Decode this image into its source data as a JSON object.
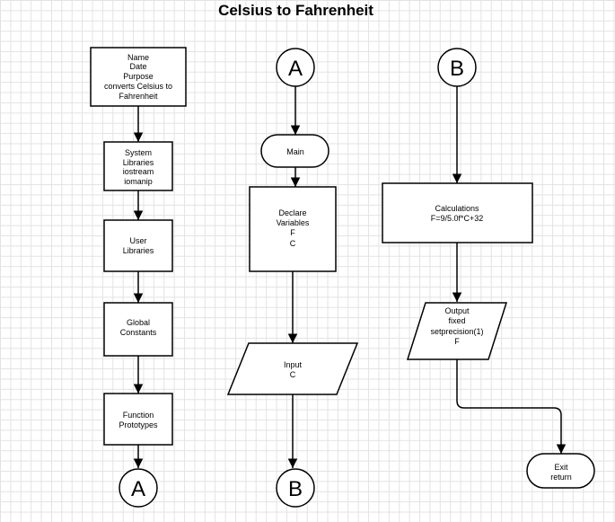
{
  "title": "Celsius to Fahrenheit",
  "nodes": {
    "header": [
      "Name",
      "Date",
      "Purpose",
      "converts Celsius to",
      "Fahrenheit"
    ],
    "system_libraries": [
      "System",
      "Libraries",
      "iostream",
      "iomanip"
    ],
    "user_libraries": [
      "User",
      "Libraries"
    ],
    "global_constants": [
      "Global",
      "Constants"
    ],
    "function_prototypes": [
      "Function",
      "Prototypes"
    ],
    "connector_a_out": "A",
    "connector_a_in": "A",
    "main": "Main",
    "declare_variables": [
      "Declare",
      "Variables",
      "F",
      "C"
    ],
    "input": [
      "Input",
      "C"
    ],
    "connector_b_out": "B",
    "connector_b_in": "B",
    "calculations": [
      "Calculations",
      "F=9/5.0f*C+32"
    ],
    "output": [
      "Output",
      "fixed",
      "setprecision(1)",
      "F"
    ],
    "exit": [
      "Exit",
      "return"
    ]
  }
}
